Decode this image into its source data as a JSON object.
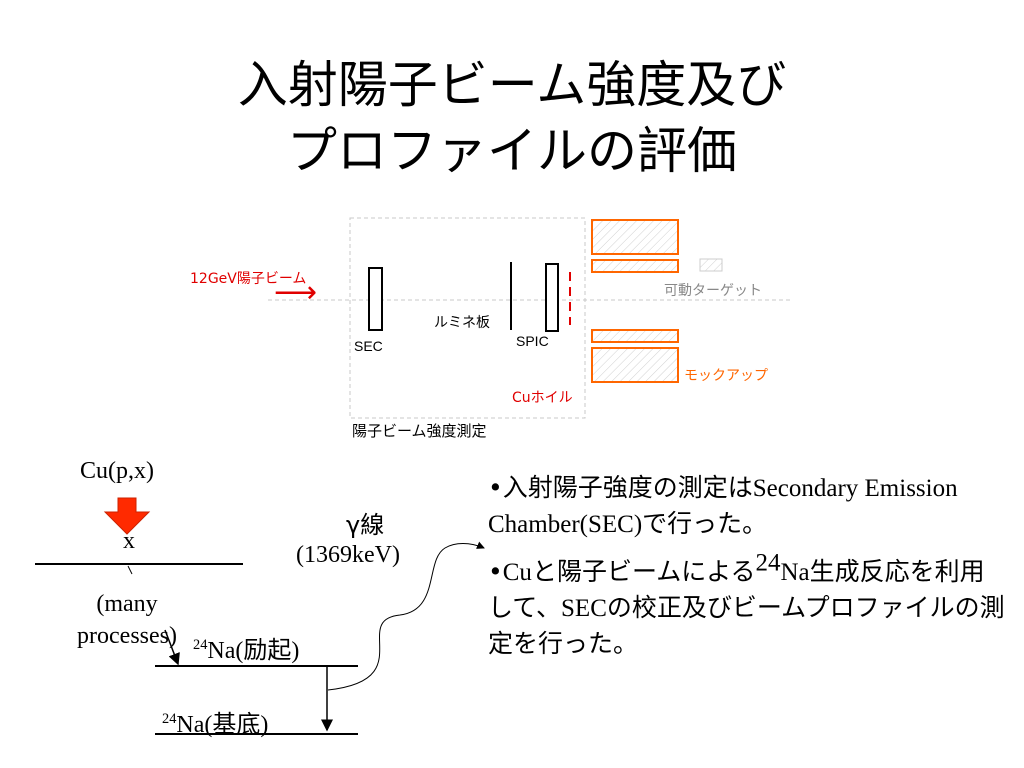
{
  "title": {
    "line1": "入射陽子ビーム強度及び",
    "line2": "プロファイルの評価"
  },
  "beam_diagram": {
    "beam_label": "12GeV陽子ビーム",
    "beam_arrow": "⟶",
    "sec_label": "SEC",
    "screen_label": "ルミネ板",
    "spic_label": "SPIC",
    "cu_foil_label": "Cuホイル",
    "movable_target_label": "可動ターゲット",
    "mockup_label": "モックアップ",
    "caption": "陽子ビーム強度測定"
  },
  "level_scheme": {
    "reaction": "Cu(p,x)",
    "product": "x",
    "many_processes": "(many processes)",
    "gamma_line": "γ線",
    "gamma_energy": "(1369keV)",
    "mass_number": "24",
    "excited_state": "Na(励起)",
    "ground_state": "Na(基底)"
  },
  "bullets": [
    {
      "marker": "•",
      "part1": "入射陽子強度の測定は",
      "part2": "Secondary Emission Chamber(SEC)",
      "part3": "で行った。"
    },
    {
      "marker": "•",
      "part1": "Cu",
      "part2": "と陽子ビームによる",
      "sup": "24",
      "part3": "Na",
      "part4": "生成反応を利用して、",
      "part5": "SEC",
      "part6": "の校正及びビームプロファイルの測定を行った。"
    }
  ],
  "colors": {
    "red": "#e00000",
    "orange": "#ff6600",
    "grey": "#888888",
    "arrow_red": "#ff2a00"
  }
}
